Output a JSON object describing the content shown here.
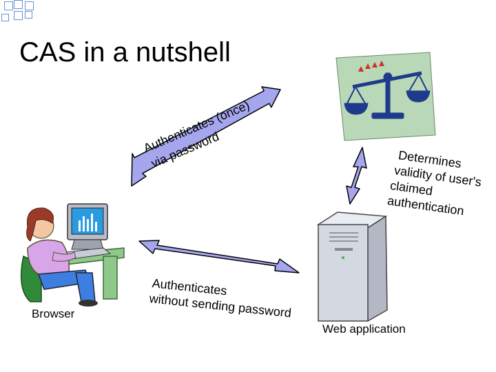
{
  "slide": {
    "title": "CAS in a nutshell"
  },
  "labels": {
    "top_line1": "Authenticates",
    "top_line1b": "(once)",
    "top_line2": "via password",
    "right_lines": [
      "Determines",
      "validity of user's",
      "claimed",
      "authentication"
    ],
    "bottom_line1": "Authenticates",
    "bottom_line2": "without sending password",
    "browser": "Browser",
    "web_application": "Web application"
  },
  "colors": {
    "arrow_fill": "#a6a6ef",
    "arrow_stroke": "#000000",
    "scale_bg": "#b9d8b7",
    "scale_icon": "#1e3a8a",
    "deco_square": "#6a8fcf"
  },
  "icons": [
    "decorative-squares",
    "scales-of-justice-icon",
    "person-at-computer-icon",
    "server-tower-icon"
  ]
}
